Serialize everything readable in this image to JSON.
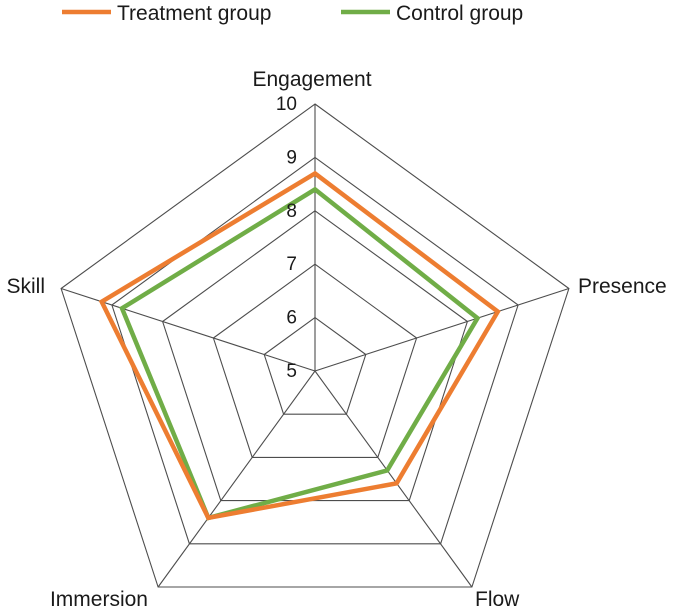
{
  "chart_data": {
    "type": "radar",
    "axes": [
      "Engagement",
      "Presence",
      "Flow",
      "Immersion",
      "Skill"
    ],
    "rlim": [
      5,
      10
    ],
    "ticks": [
      "5",
      "6",
      "7",
      "8",
      "9",
      "10"
    ],
    "grid": true,
    "legend": "top",
    "series": [
      {
        "name": "Treatment group",
        "color": "#ed7d31",
        "values": [
          8.7,
          8.6,
          7.6,
          8.4,
          9.2
        ]
      },
      {
        "name": "Control group",
        "color": "#70ad47",
        "values": [
          8.4,
          8.2,
          7.3,
          8.4,
          8.8
        ]
      }
    ]
  }
}
